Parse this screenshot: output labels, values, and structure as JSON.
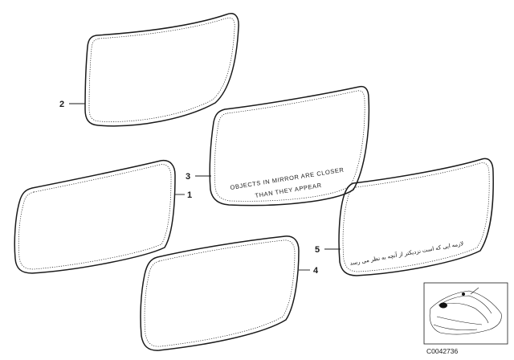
{
  "diagram": {
    "callouts": [
      {
        "id": "2",
        "label": "2"
      },
      {
        "id": "3",
        "label": "3"
      },
      {
        "id": "1",
        "label": "1"
      },
      {
        "id": "5",
        "label": "5"
      },
      {
        "id": "4",
        "label": "4"
      }
    ],
    "engraving": {
      "line1": "OBJECTS IN MIRROR ARE CLOSER",
      "line2": "THAN THEY APPEAR"
    },
    "foreign_engraving": "لازمه ایی که است نزدیکتر از آنچه به نظر می رسد",
    "reference_code": "C0042736",
    "thumbnail_icon": "car-location-icon"
  }
}
